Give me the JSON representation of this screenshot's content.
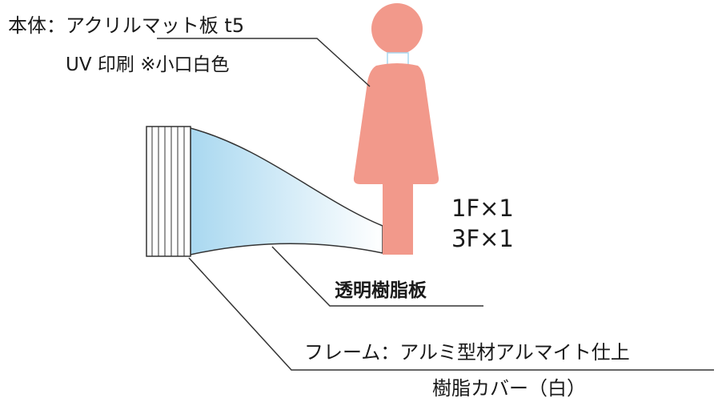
{
  "labels": {
    "body_line1": "本体：アクリルマット板 t5",
    "body_line2": "UV 印刷 ※小口白色",
    "floors_line1": "1F×1",
    "floors_line2": "3F×1",
    "panel": "透明樹脂板",
    "frame_line1": "フレーム：アルミ型材アルマイト仕上",
    "frame_line2": "樹脂カバー（白）"
  },
  "colors": {
    "figure": "#f2998b",
    "panel_gradient_start": "#a9d8f0",
    "panel_gradient_end": "#ffffff",
    "line": "#333333",
    "text": "#1a1a1a"
  },
  "icons": {
    "figure": "restroom-figure-icon"
  }
}
